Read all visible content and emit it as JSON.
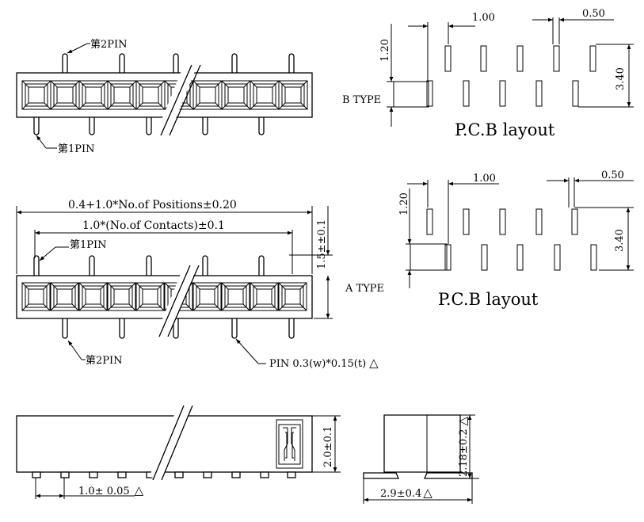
{
  "top_view": {
    "pin2_label": "第2PIN",
    "pin1_label": "第1PIN"
  },
  "pcb_b": {
    "pitch": "1.00",
    "pad_width": "0.50",
    "pad_length": "1.20",
    "row_spacing": "3.40",
    "type_label": "B TYPE",
    "layout_label": "P.C.B layout"
  },
  "mid_view": {
    "overall_length": "0.4+1.0*No.of Positions±0.20",
    "contacts_length": "1.0*(No.of Contacts)±0.1",
    "height": "1.5±±0.1",
    "pin1_label": "第1PIN",
    "pin2_label": "第2PIN",
    "pin_spec": "PIN 0.3(w)*0.15(t)",
    "pin_spec_mark": "△",
    "type_label": "A TYPE"
  },
  "pcb_a": {
    "pitch": "1.00",
    "pad_width": "0.50",
    "pad_length": "1.20",
    "row_spacing": "3.40",
    "layout_label": "P.C.B layout"
  },
  "bottom_view": {
    "pitch": "1.0± 0.05",
    "pitch_mark": "△",
    "height": "2.0±0.1"
  },
  "side_view": {
    "height": "2.18±0.2",
    "height_mark": "△",
    "width": "2.9±0.4",
    "width_mark": "△"
  }
}
